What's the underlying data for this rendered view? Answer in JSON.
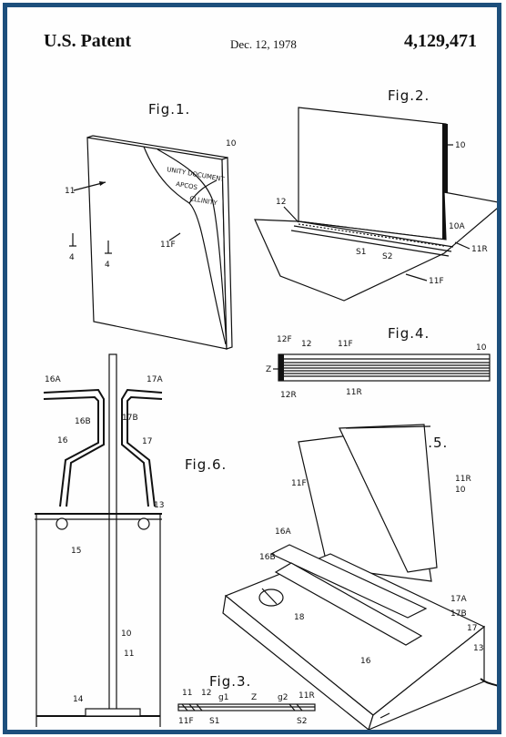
{
  "header": {
    "left": "U.S. Patent",
    "date": "Dec. 12, 1978",
    "number": "4,129,471"
  },
  "figures": {
    "fig1": "Fig.1.",
    "fig2": "Fig.2.",
    "fig3": "Fig.3.",
    "fig4": "Fig.4.",
    "fig5": "Fig.5.",
    "fig6": "Fig.6."
  },
  "labels": {
    "fig1": {
      "ref10": "10",
      "ref11": "11",
      "ref11F": "11F",
      "four_a": "4",
      "four_b": "4",
      "page_line1": "UNITY DOCUMENT",
      "page_line2": "APCOS",
      "page_line3": "CLLINITY"
    },
    "fig2": {
      "ref10": "10",
      "ref12": "12",
      "ref10A": "10A",
      "ref11R": "11R",
      "refS1": "S1",
      "refS2": "S2",
      "ref11F": "11F"
    },
    "fig4": {
      "ref12F": "12F",
      "ref12": "12",
      "ref11F": "11F",
      "ref10": "10",
      "refZ": "Z",
      "ref12R": "12R",
      "ref11R": "11R"
    },
    "fig6": {
      "ref16A": "16A",
      "ref17A": "17A",
      "ref16B": "16B",
      "ref17B": "17B",
      "ref16": "16",
      "ref17": "17",
      "ref13": "13",
      "ref15": "15",
      "ref10": "10",
      "ref11": "11",
      "ref14": "14"
    },
    "fig5": {
      "ref11F": "11F",
      "ref11R": "11R",
      "ref10": "10",
      "ref16A": "16A",
      "ref16B": "16B",
      "ref18": "18",
      "ref17A": "17A",
      "ref17B": "17B",
      "ref17": "17",
      "ref16": "16",
      "ref13": "13"
    },
    "fig3": {
      "ref11": "11",
      "ref12": "12",
      "refG1": "g1",
      "refZ": "Z",
      "refG2": "g2",
      "ref11R": "11R",
      "ref11F": "11F",
      "refS1": "S1",
      "refS2": "S2"
    }
  }
}
